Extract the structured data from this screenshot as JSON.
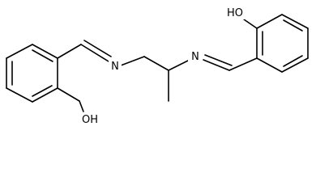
{
  "diagram": {
    "type": "skeletal-formula",
    "atoms": {
      "hydroxyl_top": "HO",
      "hydroxyl_bottom": "OH",
      "imine_left": "N",
      "imine_right": "N"
    }
  }
}
